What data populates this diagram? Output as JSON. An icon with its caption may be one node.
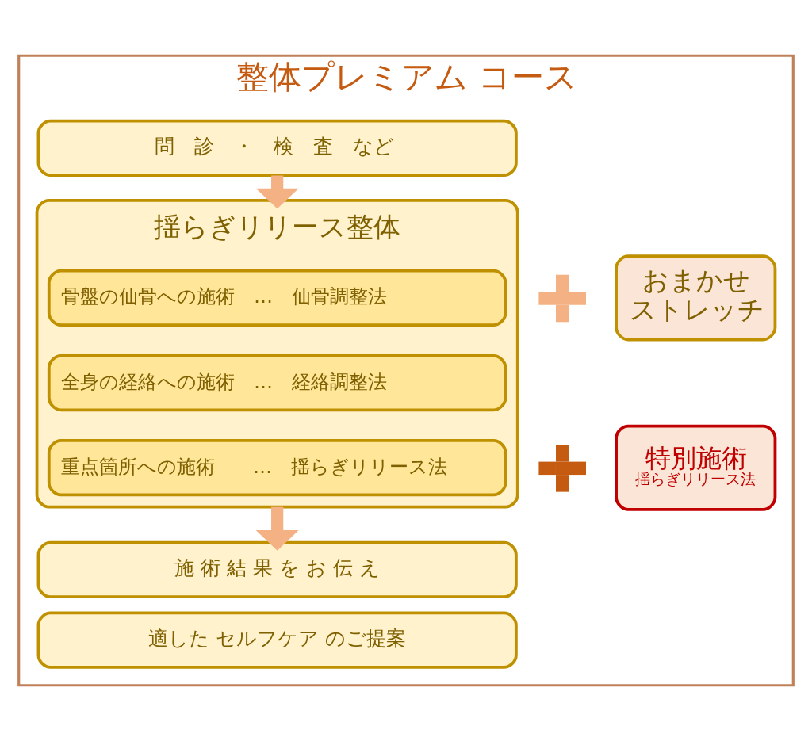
{
  "diagram": {
    "nodes": [
      {
        "text": [
          "整体プレミアム コース"
        ]
      },
      {
        "text": [
          "問　診　・　検　査　など"
        ],
        "in": 0
      },
      {
        "text": [
          "揺らぎリリース整体"
        ],
        "in": 0
      },
      {
        "text": [
          "骨盤の仙骨への施術　…　仙骨調整法"
        ],
        "in": 2
      },
      {
        "text": [
          "全身の経絡への施術　…　経絡調整法"
        ],
        "in": 2
      },
      {
        "text": [
          "重点箇所への施術　　…　揺らぎリリース法"
        ],
        "in": 2
      },
      {
        "text": [],
        "shape": "plus",
        "in": 0
      },
      {
        "text": [
          "おまかせストレッチ"
        ],
        "in": 0
      },
      {
        "text": [],
        "shape": "plus",
        "in": 0
      },
      {
        "text": [
          "特別施術",
          "揺らぎリリース法"
        ],
        "in": 0
      },
      {
        "text": [
          "施 術 結 果 を お 伝 え"
        ],
        "in": 0
      },
      {
        "text": [
          "適した セルフケア のご提案"
        ],
        "in": 0
      }
    ],
    "edges": [
      {
        "from": 1,
        "to": 2,
        "arrow": "to"
      },
      {
        "from": 2,
        "to": 10,
        "arrow": "to"
      }
    ]
  }
}
